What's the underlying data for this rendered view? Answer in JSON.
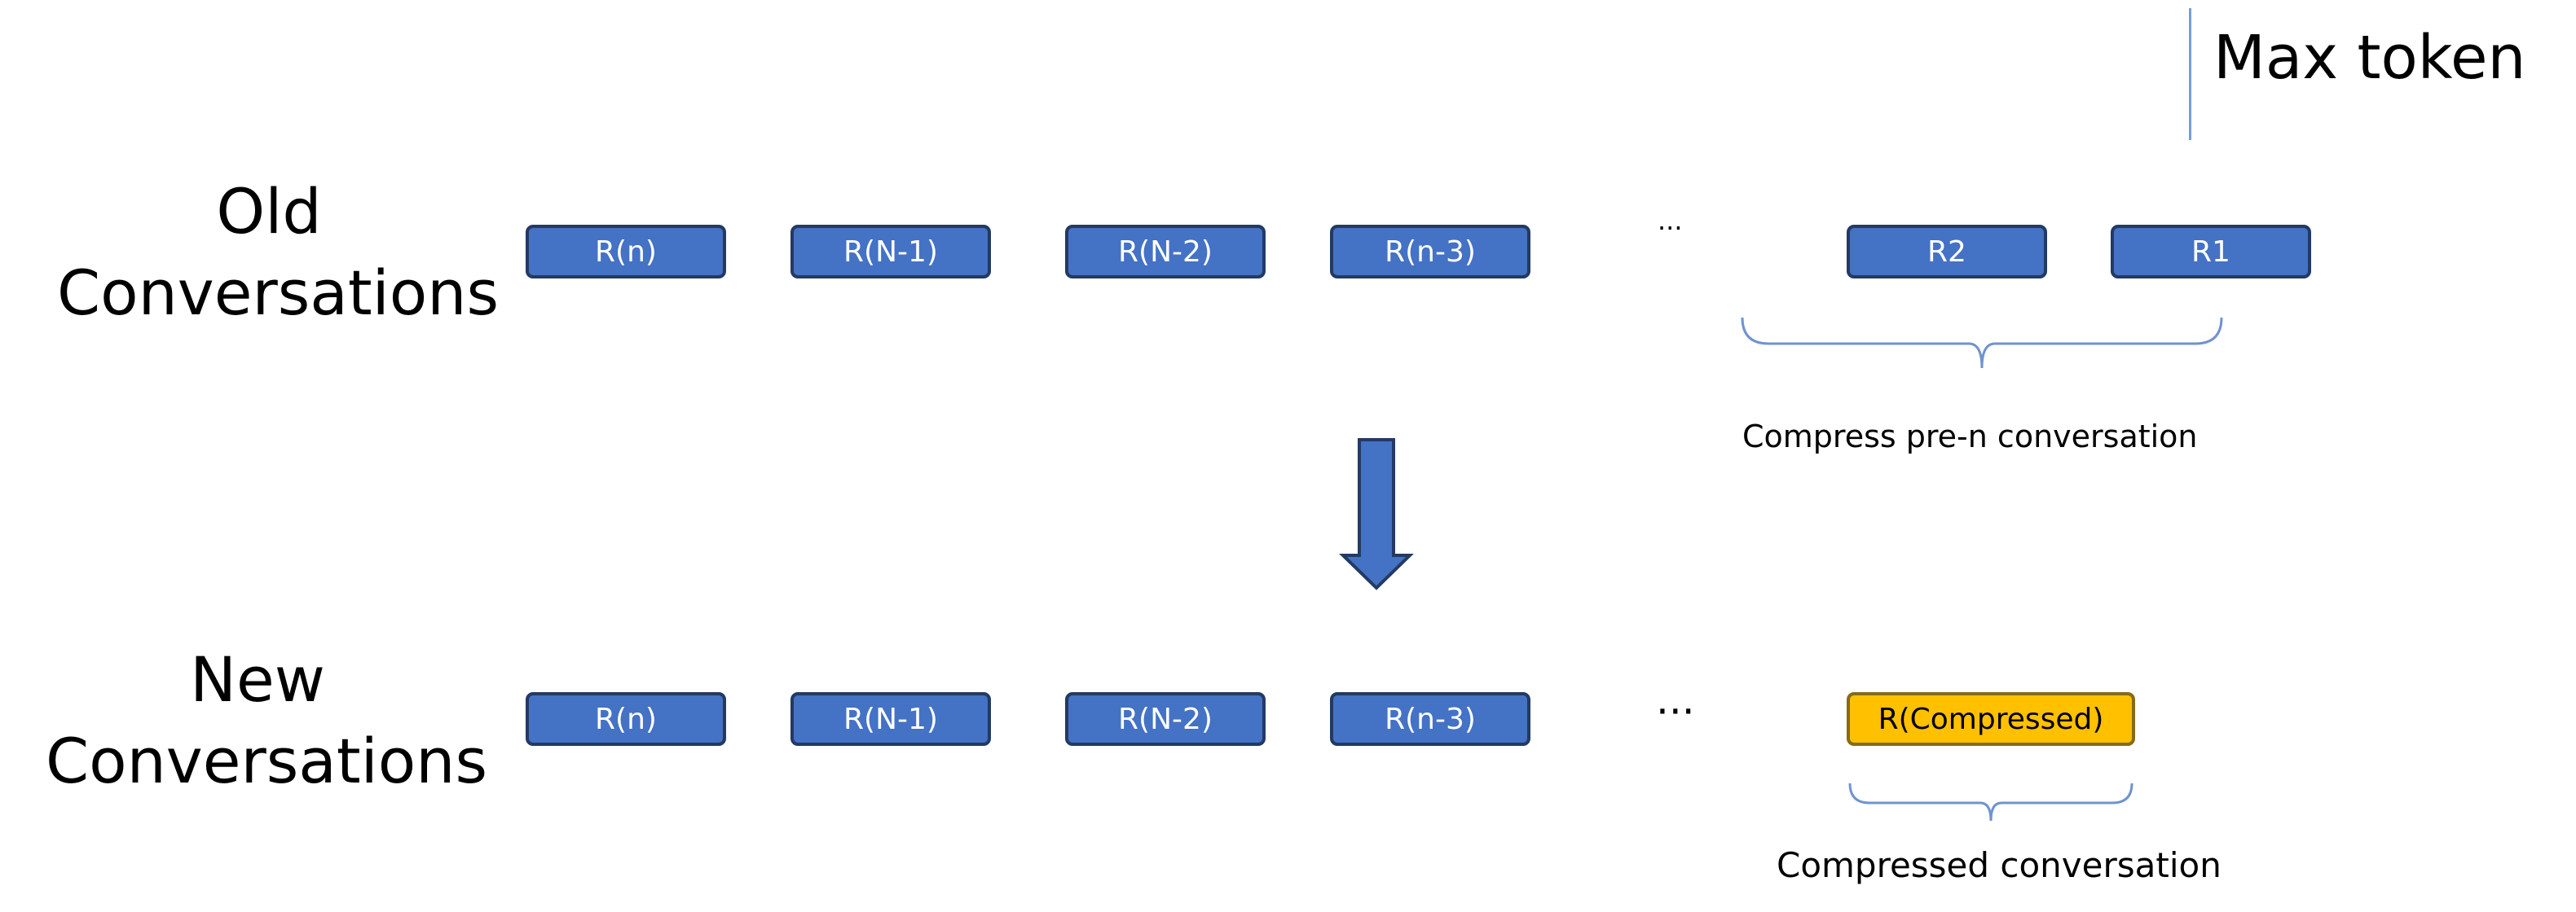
{
  "max_token_label": "Max token",
  "old_row": {
    "label_line1": "Old",
    "label_line2": "Conversations",
    "boxes": [
      "R(n)",
      "R(N-1)",
      "R(N-2)",
      "R(n-3)"
    ],
    "ellipsis": "...",
    "tail_boxes": [
      "R2",
      "R1"
    ],
    "brace_caption": "Compress pre-n conversation"
  },
  "new_row": {
    "label_line1": "New",
    "label_line2": "Conversations",
    "boxes": [
      "R(n)",
      "R(N-1)",
      "R(N-2)",
      "R(n-3)"
    ],
    "ellipsis": "···",
    "compressed_box": "R(Compressed)",
    "brace_caption": "Compressed conversation"
  },
  "colors": {
    "box_fill": "#4472c4",
    "box_border": "#233a63",
    "compressed_fill": "#ffc000",
    "brace": "#6f93cf",
    "arrow_fill": "#4472c4"
  }
}
